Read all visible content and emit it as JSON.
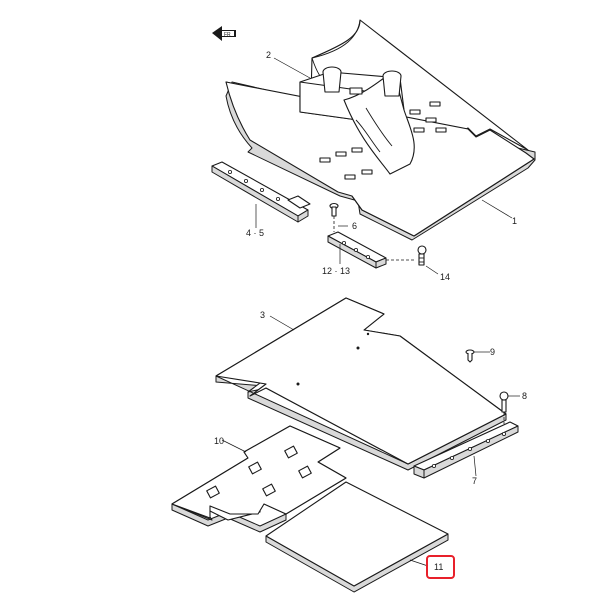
{
  "diagram": {
    "labels": {
      "p1": "1",
      "p2": "2",
      "p3": "3",
      "p45": "4 · 5",
      "p6": "6",
      "p7": "7",
      "p8": "8",
      "p9": "9",
      "p10": "10",
      "p11": "11",
      "p1213": "12 · 13",
      "p14": "14"
    },
    "highlighted_part": "11",
    "highlight_color": "#e8202a"
  }
}
